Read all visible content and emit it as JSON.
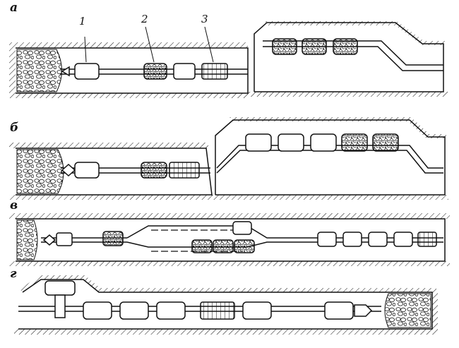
{
  "panels": [
    {
      "id": "a",
      "label": "а"
    },
    {
      "id": "b",
      "label": "б"
    },
    {
      "id": "v",
      "label": "в"
    },
    {
      "id": "g",
      "label": "г"
    }
  ],
  "callouts": [
    {
      "id": "1",
      "label": "1"
    },
    {
      "id": "2",
      "label": "2"
    },
    {
      "id": "3",
      "label": "3"
    }
  ]
}
